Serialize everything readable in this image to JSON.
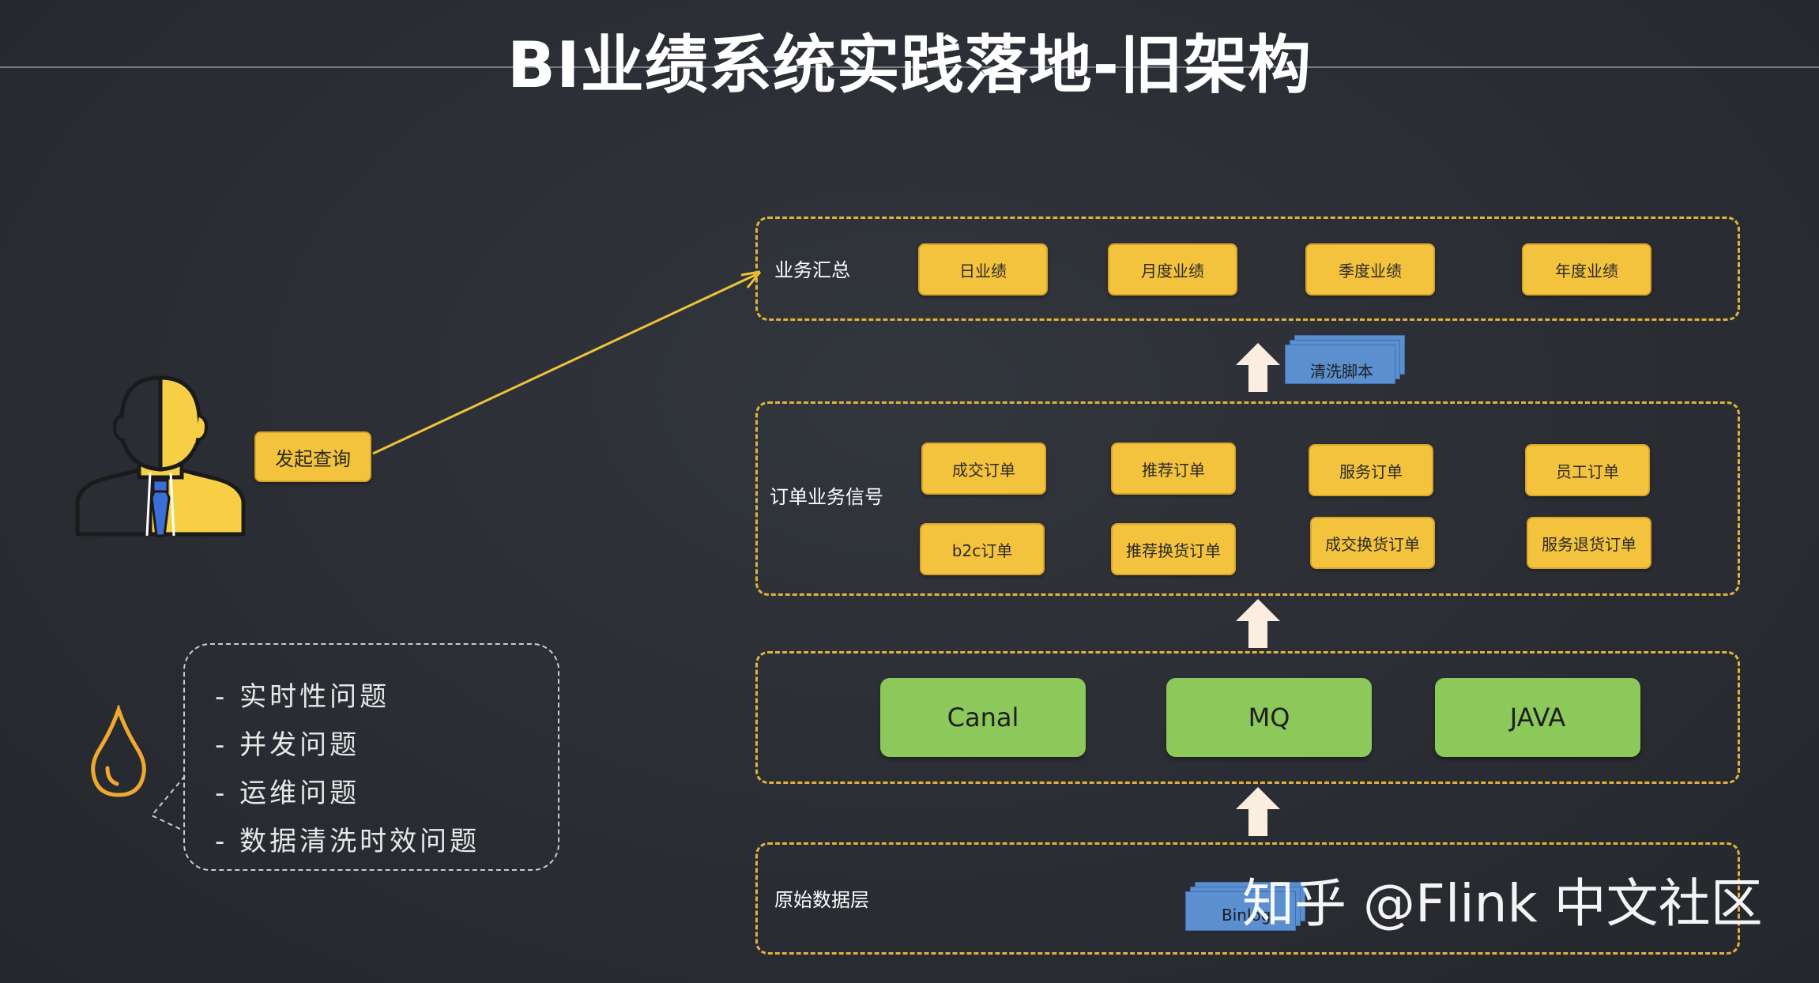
{
  "title": "BI业绩系统实践落地-旧架构",
  "user": {
    "query_label": "发起查询"
  },
  "layers": {
    "summary": {
      "label": "业务汇总",
      "items": [
        "日业绩",
        "月度业绩",
        "季度业绩",
        "年度业绩"
      ]
    },
    "clean_script": "清洗脚本",
    "order_signal": {
      "label": "订单业务信号",
      "row1": [
        "成交订单",
        "推荐订单",
        "服务订单",
        "员工订单"
      ],
      "row2": [
        "b2c订单",
        "推荐换货订单",
        "成交换货订单",
        "服务退货订单"
      ]
    },
    "transport": {
      "items": [
        "Canal",
        "MQ",
        "JAVA"
      ]
    },
    "raw": {
      "label": "原始数据层",
      "binlog": "Binlog"
    }
  },
  "issues": [
    "- 实时性问题",
    "- 并发问题",
    "- 运维问题",
    "- 数据清洗时效问题"
  ],
  "watermark": "知乎 @Flink 中文社区",
  "colors": {
    "accent_yellow": "#f4c33d",
    "green": "#8cc85a",
    "doc_blue": "#5b8fd0",
    "dash": "#e0b43c",
    "arrow_fill": "#fbeee0",
    "drop": "#f0a830"
  },
  "icons": [
    "person-icon",
    "drop-icon",
    "up-arrow-icon",
    "document-stack-icon"
  ]
}
